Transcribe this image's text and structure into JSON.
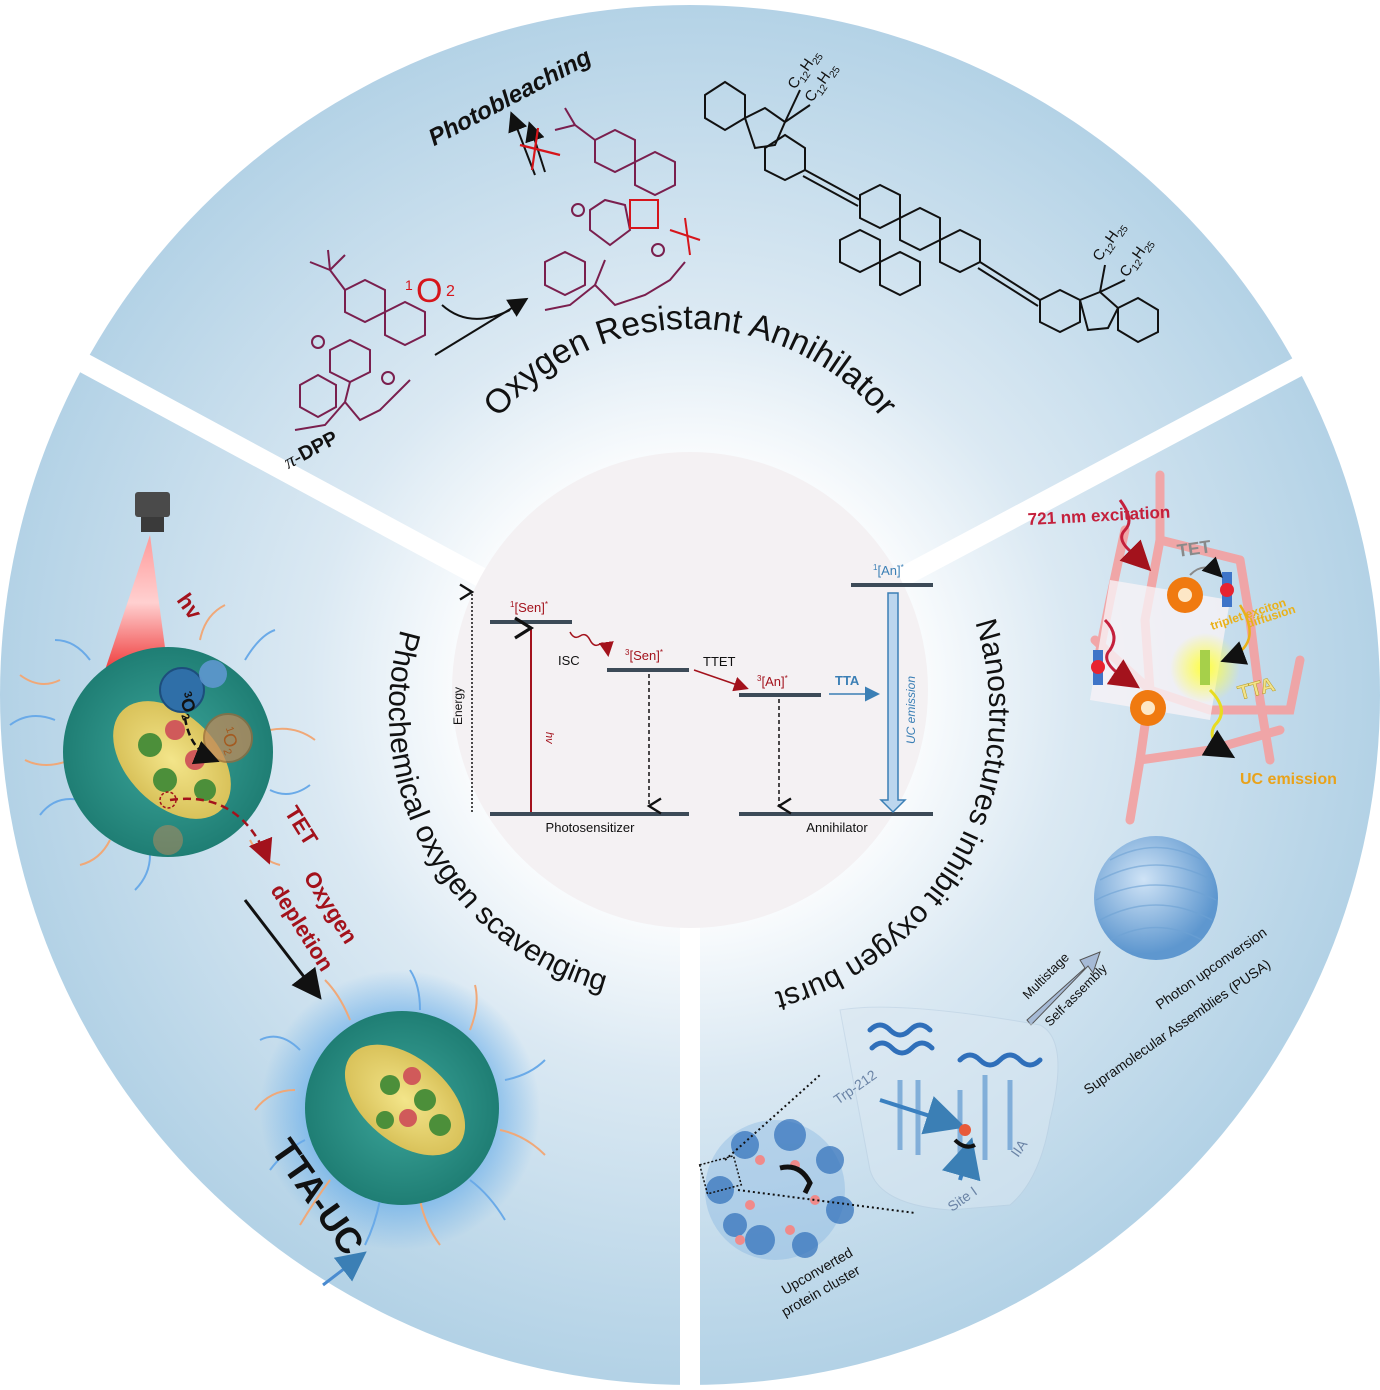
{
  "figure": {
    "title": "Oxygen-tolerant TTA-UC strategies overview",
    "colors": {
      "ring": "#b7d5e8",
      "ring_light": "#eef5fa",
      "center": "#f4f1f3",
      "level": "#3c4a57",
      "sensitizer_red": "#a3121c",
      "annihilator_blue": "#3b7fb5",
      "dpp_purple": "#7a1f4e",
      "oxygen_red": "#d6151b"
    }
  },
  "sections": {
    "top": {
      "title": "Oxygen Resistant Annihilator",
      "photobleaching": "Photobleaching",
      "singlet_oxygen": "1O2",
      "singlet_oxygen_sup": "1",
      "singlet_oxygen_main": "O",
      "singlet_oxygen_sub": "2",
      "dpp_prefix": "π-",
      "dpp_name": "DPP",
      "alkyl_1": "C12H25",
      "alkyl_sub_c": "12",
      "alkyl_sub_h": "25"
    },
    "left": {
      "title": "Photochemical oxygen scavenging",
      "hv": "hv",
      "triplet_oxygen": "3O2",
      "singlet_oxygen": "1O2",
      "tet": "TET",
      "oxygen": "Oxygen",
      "depletion": "depletion",
      "tta_uc": "TTA-UC"
    },
    "right": {
      "title": "Nanostructures inhibit oxygen burst",
      "excitation": "721 nm excitation",
      "tet": "TET",
      "triplet_line1": "triplet exciton",
      "triplet_line2": "diffusion",
      "tta": "TTA",
      "uc_emission": "UC emission",
      "multistage": "Multistage",
      "self_assembly": "Self-assembly",
      "pusa_line1": "Photon upconversion",
      "pusa_line2": "Supramolecular Assemblies (PUSA)",
      "trp": "Trp-212",
      "site": "Site I",
      "iia": "IIA",
      "cluster_line1": "Upconverted",
      "cluster_line2": "protein cluster"
    }
  },
  "center_diagram": {
    "energy_label": "Energy",
    "sen_singlet": "1[Sen]*",
    "sen_triplet": "3[Sen]*",
    "an_triplet": "3[An]*",
    "an_singlet": "1[An]*",
    "isc": "ISC",
    "ttet": "TTET",
    "tta": "TTA",
    "hv": "hv",
    "uc_emission": "UC emission",
    "photosensitizer": "Photosensitizer",
    "annihilator": "Annihilator"
  }
}
